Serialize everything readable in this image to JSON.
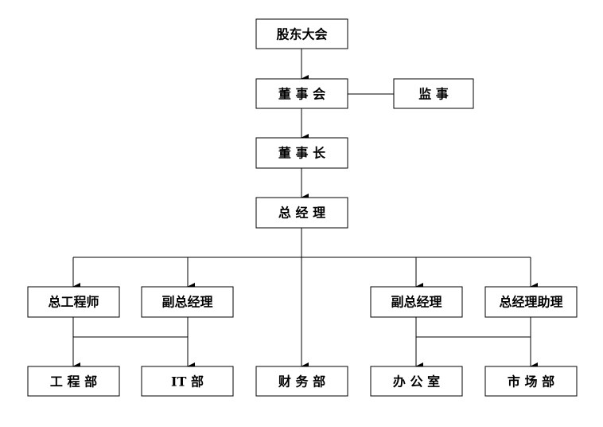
{
  "nodes": {
    "shareholders": "股东大会",
    "board": "董 事 会",
    "supervisor": "监 事",
    "chairman": "董 事 长",
    "general_manager": "总 经 理",
    "chief_engineer": "总工程师",
    "deputy_gm_left": "副总经理",
    "deputy_gm_right": "副总经理",
    "gm_assistant": "总经理助理",
    "engineering_dept": "工 程 部",
    "it_dept": "IT 部",
    "finance_dept": "财 务 部",
    "office": "办 公 室",
    "marketing_dept": "市 场 部"
  }
}
